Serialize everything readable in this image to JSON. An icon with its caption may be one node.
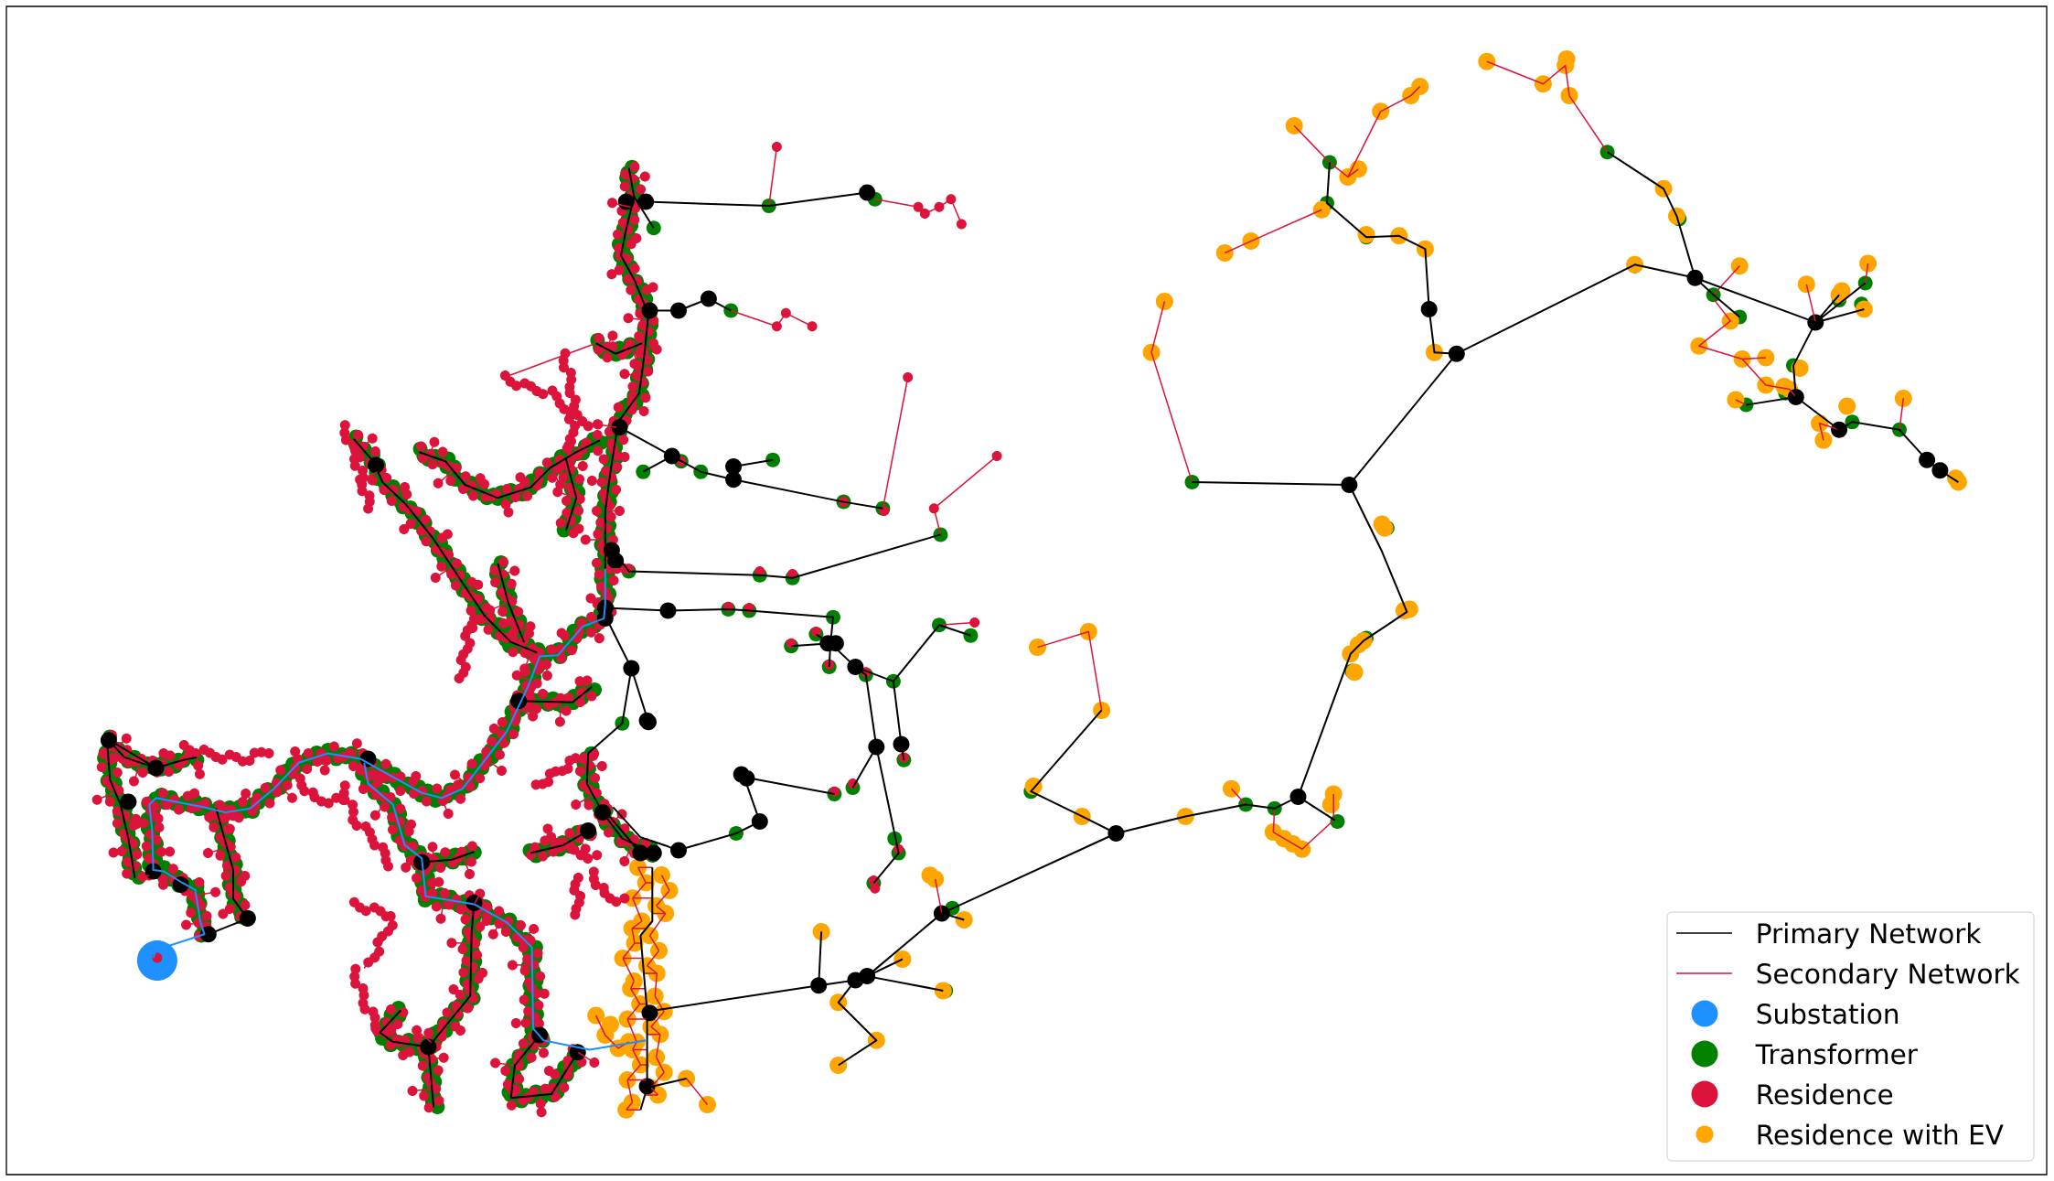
{
  "diagram": {
    "legend": [
      {
        "text": "Primary Network"
      },
      {
        "text": "Secondary Network"
      },
      {
        "text": "Substation",
        "color": "#1e90ff"
      },
      {
        "text": "Transformer",
        "color": "#008000"
      },
      {
        "text": "Residence",
        "color": "#dc143c"
      },
      {
        "text": "Residence with EV",
        "color": "#ffa500"
      }
    ]
  }
}
